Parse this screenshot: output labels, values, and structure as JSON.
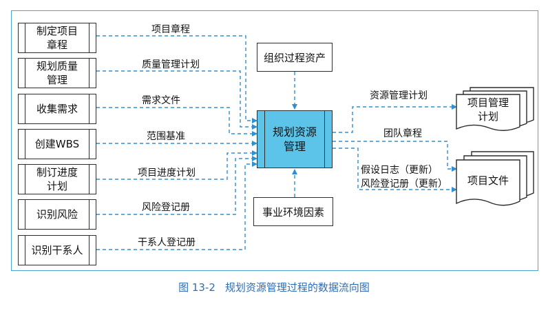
{
  "inputs": [
    {
      "label": "制定项目\n章程",
      "flow": "项目章程"
    },
    {
      "label": "规划质量\n管理",
      "flow": "质量管理计划"
    },
    {
      "label": "收集需求",
      "flow": "需求文件"
    },
    {
      "label": "创建WBS",
      "flow": "范围基准"
    },
    {
      "label": "制订进度\n计划",
      "flow": "项目进度计划"
    },
    {
      "label": "识别风险",
      "flow": "风险登记册"
    },
    {
      "label": "识别干系人",
      "flow": "干系人登记册"
    }
  ],
  "center": {
    "label": "规划资源\n管理"
  },
  "top_input": {
    "label": "组织过程资产"
  },
  "bottom_input": {
    "label": "事业环境因素"
  },
  "outputs": {
    "plan": {
      "doc": "项目管理\n计划",
      "flow": "资源管理计划"
    },
    "docs": {
      "doc": "项目文件",
      "flow": "团队章程",
      "updates": [
        "假设日志（更新）",
        "风险登记册（更新）"
      ]
    }
  },
  "caption": {
    "number": "图 13-2",
    "text": "规划资源管理过程的数据流向图"
  },
  "colors": {
    "frame": "#4aa3d6",
    "arrow": "#2f8fd0",
    "center_fill": "#5bc4e8",
    "caption": "#2f6db4"
  }
}
